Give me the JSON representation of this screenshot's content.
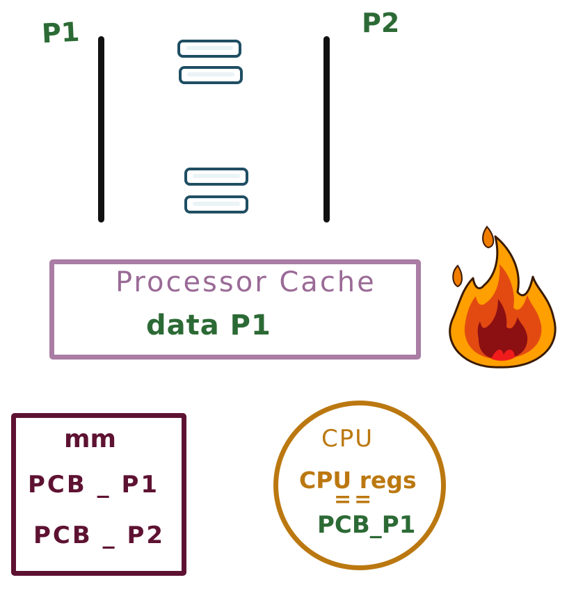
{
  "colors": {
    "green_ink": "#2c6a35",
    "timeline": "#111111",
    "bar": "#1f4e63",
    "cache_border": "#a97da4",
    "cache_text": "#9a6a96",
    "mm_ink": "#5e1232",
    "cpu_ink": "#bb7810",
    "cpu_pcb": "#2c6a35"
  },
  "processes": {
    "p1": "P1",
    "p2": "P2"
  },
  "cache": {
    "title": "Processor Cache",
    "data": "data P1"
  },
  "memory": {
    "title": "mm",
    "pcb_p1": "PCB _ P1",
    "pcb_p2": "PCB _ P2"
  },
  "cpu": {
    "title": "CPU",
    "regs": "CPU regs",
    "equals": "==",
    "pcb": "PCB_P1"
  },
  "icons": [
    "fire-icon"
  ]
}
